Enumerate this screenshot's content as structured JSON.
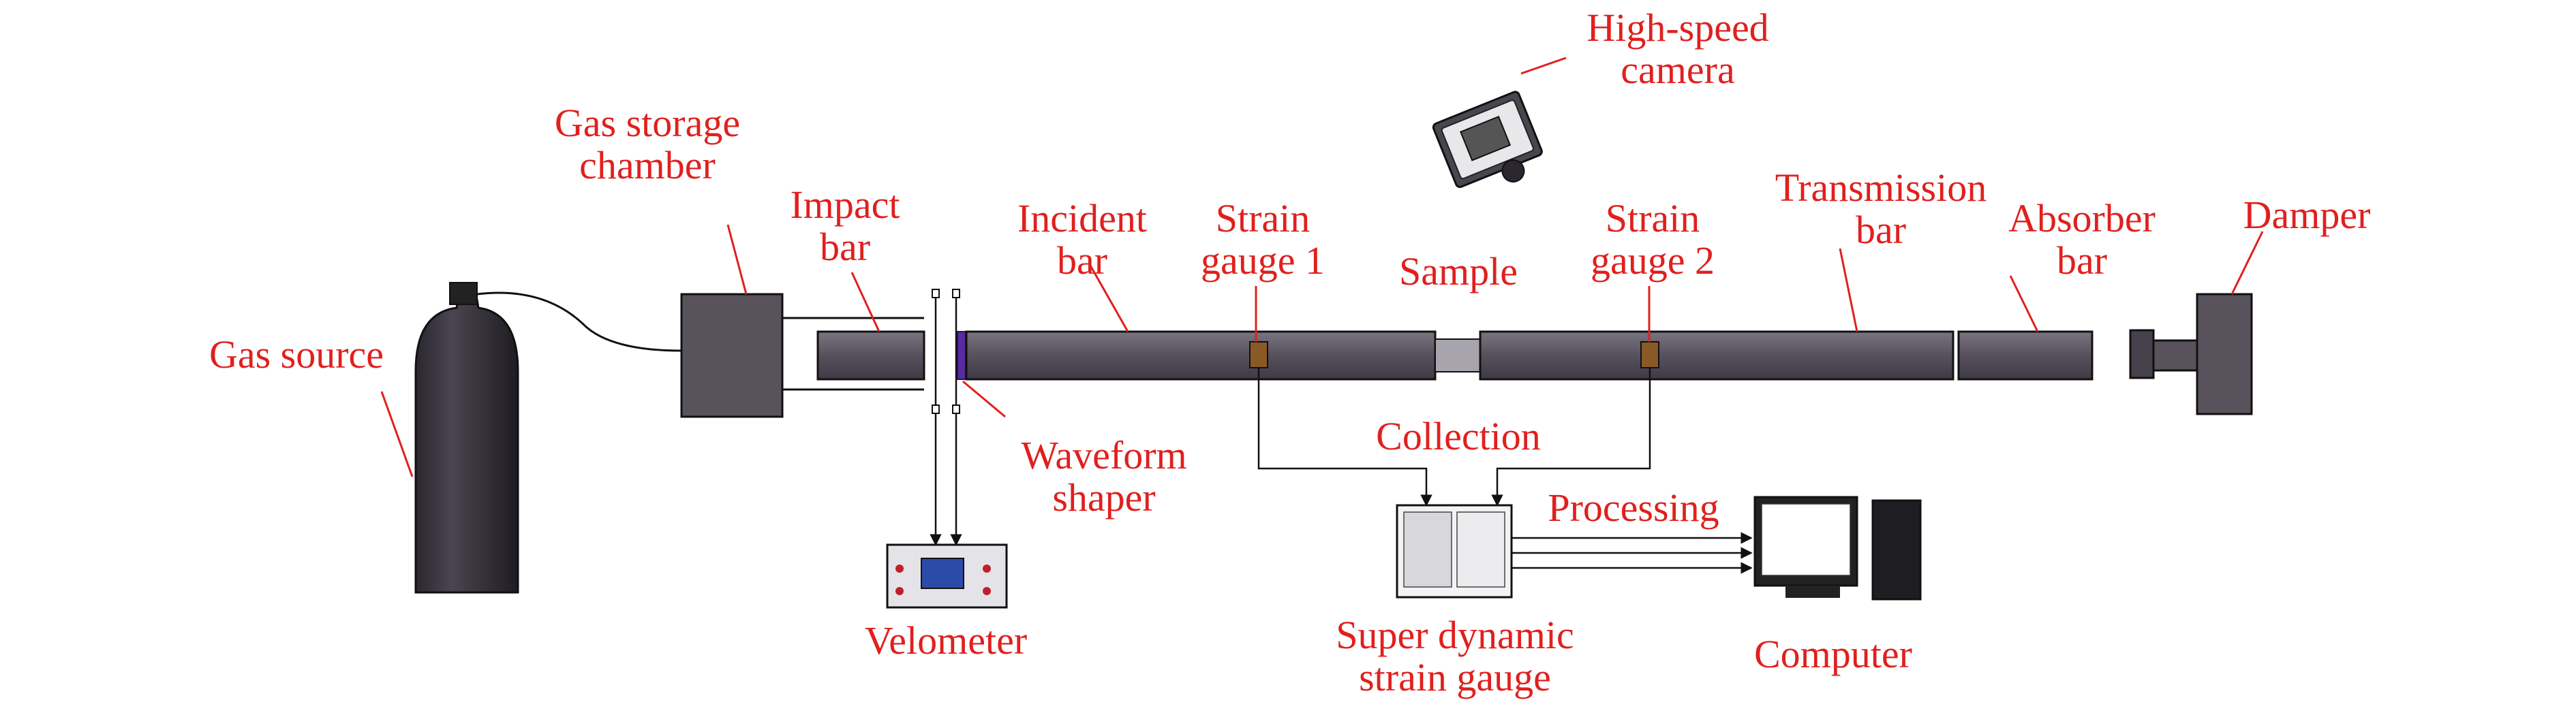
{
  "colors": {
    "label": "#e0201e",
    "bar_fill": "#5a5560",
    "bar_stroke": "#1a1a1a",
    "gauge": "#8a5a26",
    "shaper": "#5a2aa0",
    "line": "#111111"
  },
  "labels": {
    "gas_source": "Gas source",
    "gas_storage": [
      "Gas storage",
      "chamber"
    ],
    "impact_bar": [
      "Impact",
      "bar"
    ],
    "incident_bar": [
      "Incident",
      "bar"
    ],
    "strain_gauge_1": [
      "Strain",
      "gauge 1"
    ],
    "sample": "Sample",
    "strain_gauge_2": [
      "Strain",
      "gauge 2"
    ],
    "high_speed_camera": [
      "High-speed",
      "camera"
    ],
    "transmission_bar": [
      "Transmission",
      "bar"
    ],
    "absorber_bar": [
      "Absorber",
      "bar"
    ],
    "damper": "Damper",
    "waveform_shaper": [
      "Waveform",
      "shaper"
    ],
    "collection": "Collection",
    "processing": "Processing",
    "velometer": "Velometer",
    "super_dynamic": [
      "Super dynamic",
      "strain gauge"
    ],
    "computer": "Computer"
  }
}
